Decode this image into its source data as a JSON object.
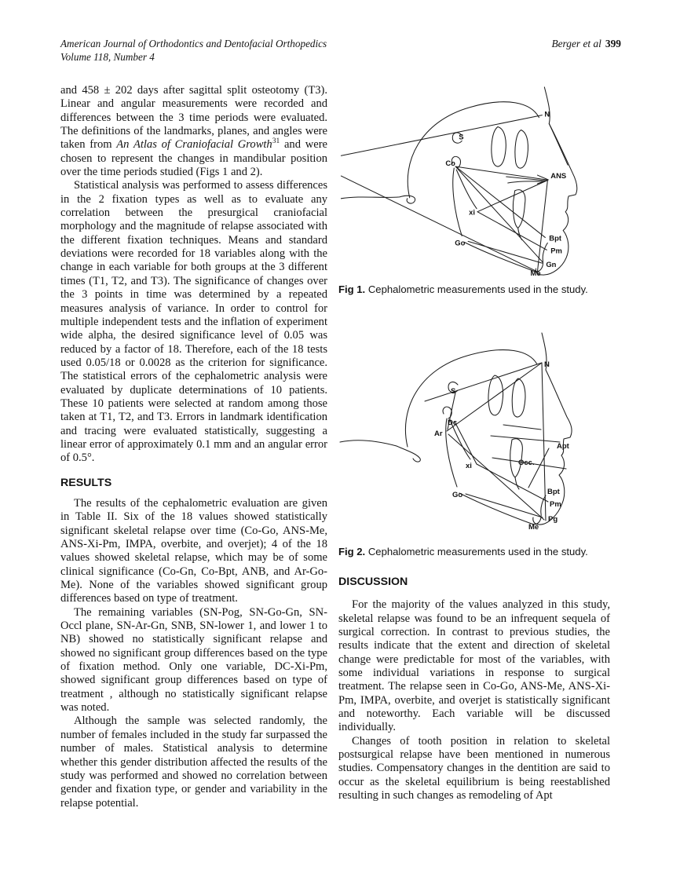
{
  "header": {
    "journal": "American Journal of Orthodontics and Dentofacial Orthopedics",
    "volume_line": "Volume 118, Number 4",
    "authors": "Berger et al",
    "page_number": "399"
  },
  "left_column": {
    "para1": {
      "part1": "and 458 ± 202 days after sagittal split osteotomy (T3). Linear and angular measurements were recorded and differences between the 3 time periods were evaluated. The definitions of the landmarks, planes, and angles were taken from ",
      "italic": "An Atlas of Craniofacial Growth",
      "superscript": "31",
      "part2": " and were chosen to represent the changes in mandibular position over the time periods studied (Figs 1 and 2)."
    },
    "para2": "Statistical analysis was performed to assess differences in the 2 fixation types as well as to evaluate any correlation between the presurgical craniofacial morphology and the magnitude of relapse associated with the different fixation techniques. Means and standard deviations were recorded for 18 variables along with the change in each variable for both groups at the 3 different times (T1, T2, and T3). The significance of changes over the 3 points in time was determined by a repeated measures analysis of variance. In order to control for multiple independent tests and the inflation of experiment wide alpha, the desired significance level of 0.05 was reduced by a factor of 18. Therefore, each of the 18 tests used 0.05/18 or 0.0028 as the criterion for significance. The statistical errors of the cephalometric analysis were evaluated by duplicate determinations of 10 patients. These 10 patients were selected at random among those taken at T1, T2, and T3. Errors in landmark identification and tracing were evaluated statistically, suggesting a linear error of approximately 0.1 mm and an angular error of 0.5°.",
    "results_heading": "RESULTS",
    "results_para1": "The results of the cephalometric evaluation are given in Table II. Six of the 18 values showed statistically significant skeletal relapse over time (Co-Go, ANS-Me, ANS-Xi-Pm, IMPA, overbite, and overjet); 4 of the 18 values showed skeletal relapse, which may be of some clinical significance (Co-Gn, Co-Bpt, ANB, and Ar-Go-Me). None of the variables showed significant group differences based on type of treatment.",
    "results_para2": "The remaining variables (SN-Pog, SN-Go-Gn, SN-Occl plane, SN-Ar-Gn, SNB, SN-lower 1, and lower 1 to NB) showed no statistically significant relapse and showed no significant group differences based on the type of fixation method. Only one variable, DC-Xi-Pm, showed significant group differences based on type of treatment , although no statistically significant relapse was noted.",
    "results_para3": "Although the sample was selected randomly, the number of females included in the study far surpassed the number of males. Statistical analysis to determine whether this gender distribution affected the results of the study was performed and showed no correlation between gender and fixation type, or gender and variability in the relapse potential."
  },
  "right_column": {
    "fig1_caption_label": "Fig 1.",
    "fig1_caption_text": " Cephalometric measurements used in the study.",
    "fig2_caption_label": "Fig 2.",
    "fig2_caption_text": " Cephalometric measurements used in the study.",
    "discussion_heading": "DISCUSSION",
    "discussion_para1": "For the majority of the values analyzed in this study, skeletal relapse was found to be an infrequent sequela of surgical correction. In contrast to previous studies, the results indicate that the extent and direction of skeletal change were predictable for most of the variables, with some individual variations in response to surgical treatment. The relapse seen in Co-Go, ANS-Me, ANS-Xi-Pm, IMPA, overbite, and overjet is statistically significant and noteworthy. Each variable will be discussed individually.",
    "discussion_para2": "Changes of tooth position in relation to skeletal postsurgical relapse have been mentioned in numerous studies. Compensatory changes in the dentition are said to occur as the skeletal equilibrium is being reestablished resulting in such changes as remodeling of Apt"
  },
  "figures": {
    "fig1": {
      "labels": [
        "N",
        "S",
        "Co",
        "ANS",
        "xi",
        "Go",
        "Bpt",
        "Pm",
        "Gn",
        "Me"
      ]
    },
    "fig2": {
      "labels": [
        "N",
        "S",
        "Dc",
        "Ar",
        "xi",
        "Go",
        "Occ.",
        "Apt",
        "Bpt",
        "Pm",
        "Pg",
        "Me"
      ]
    }
  }
}
